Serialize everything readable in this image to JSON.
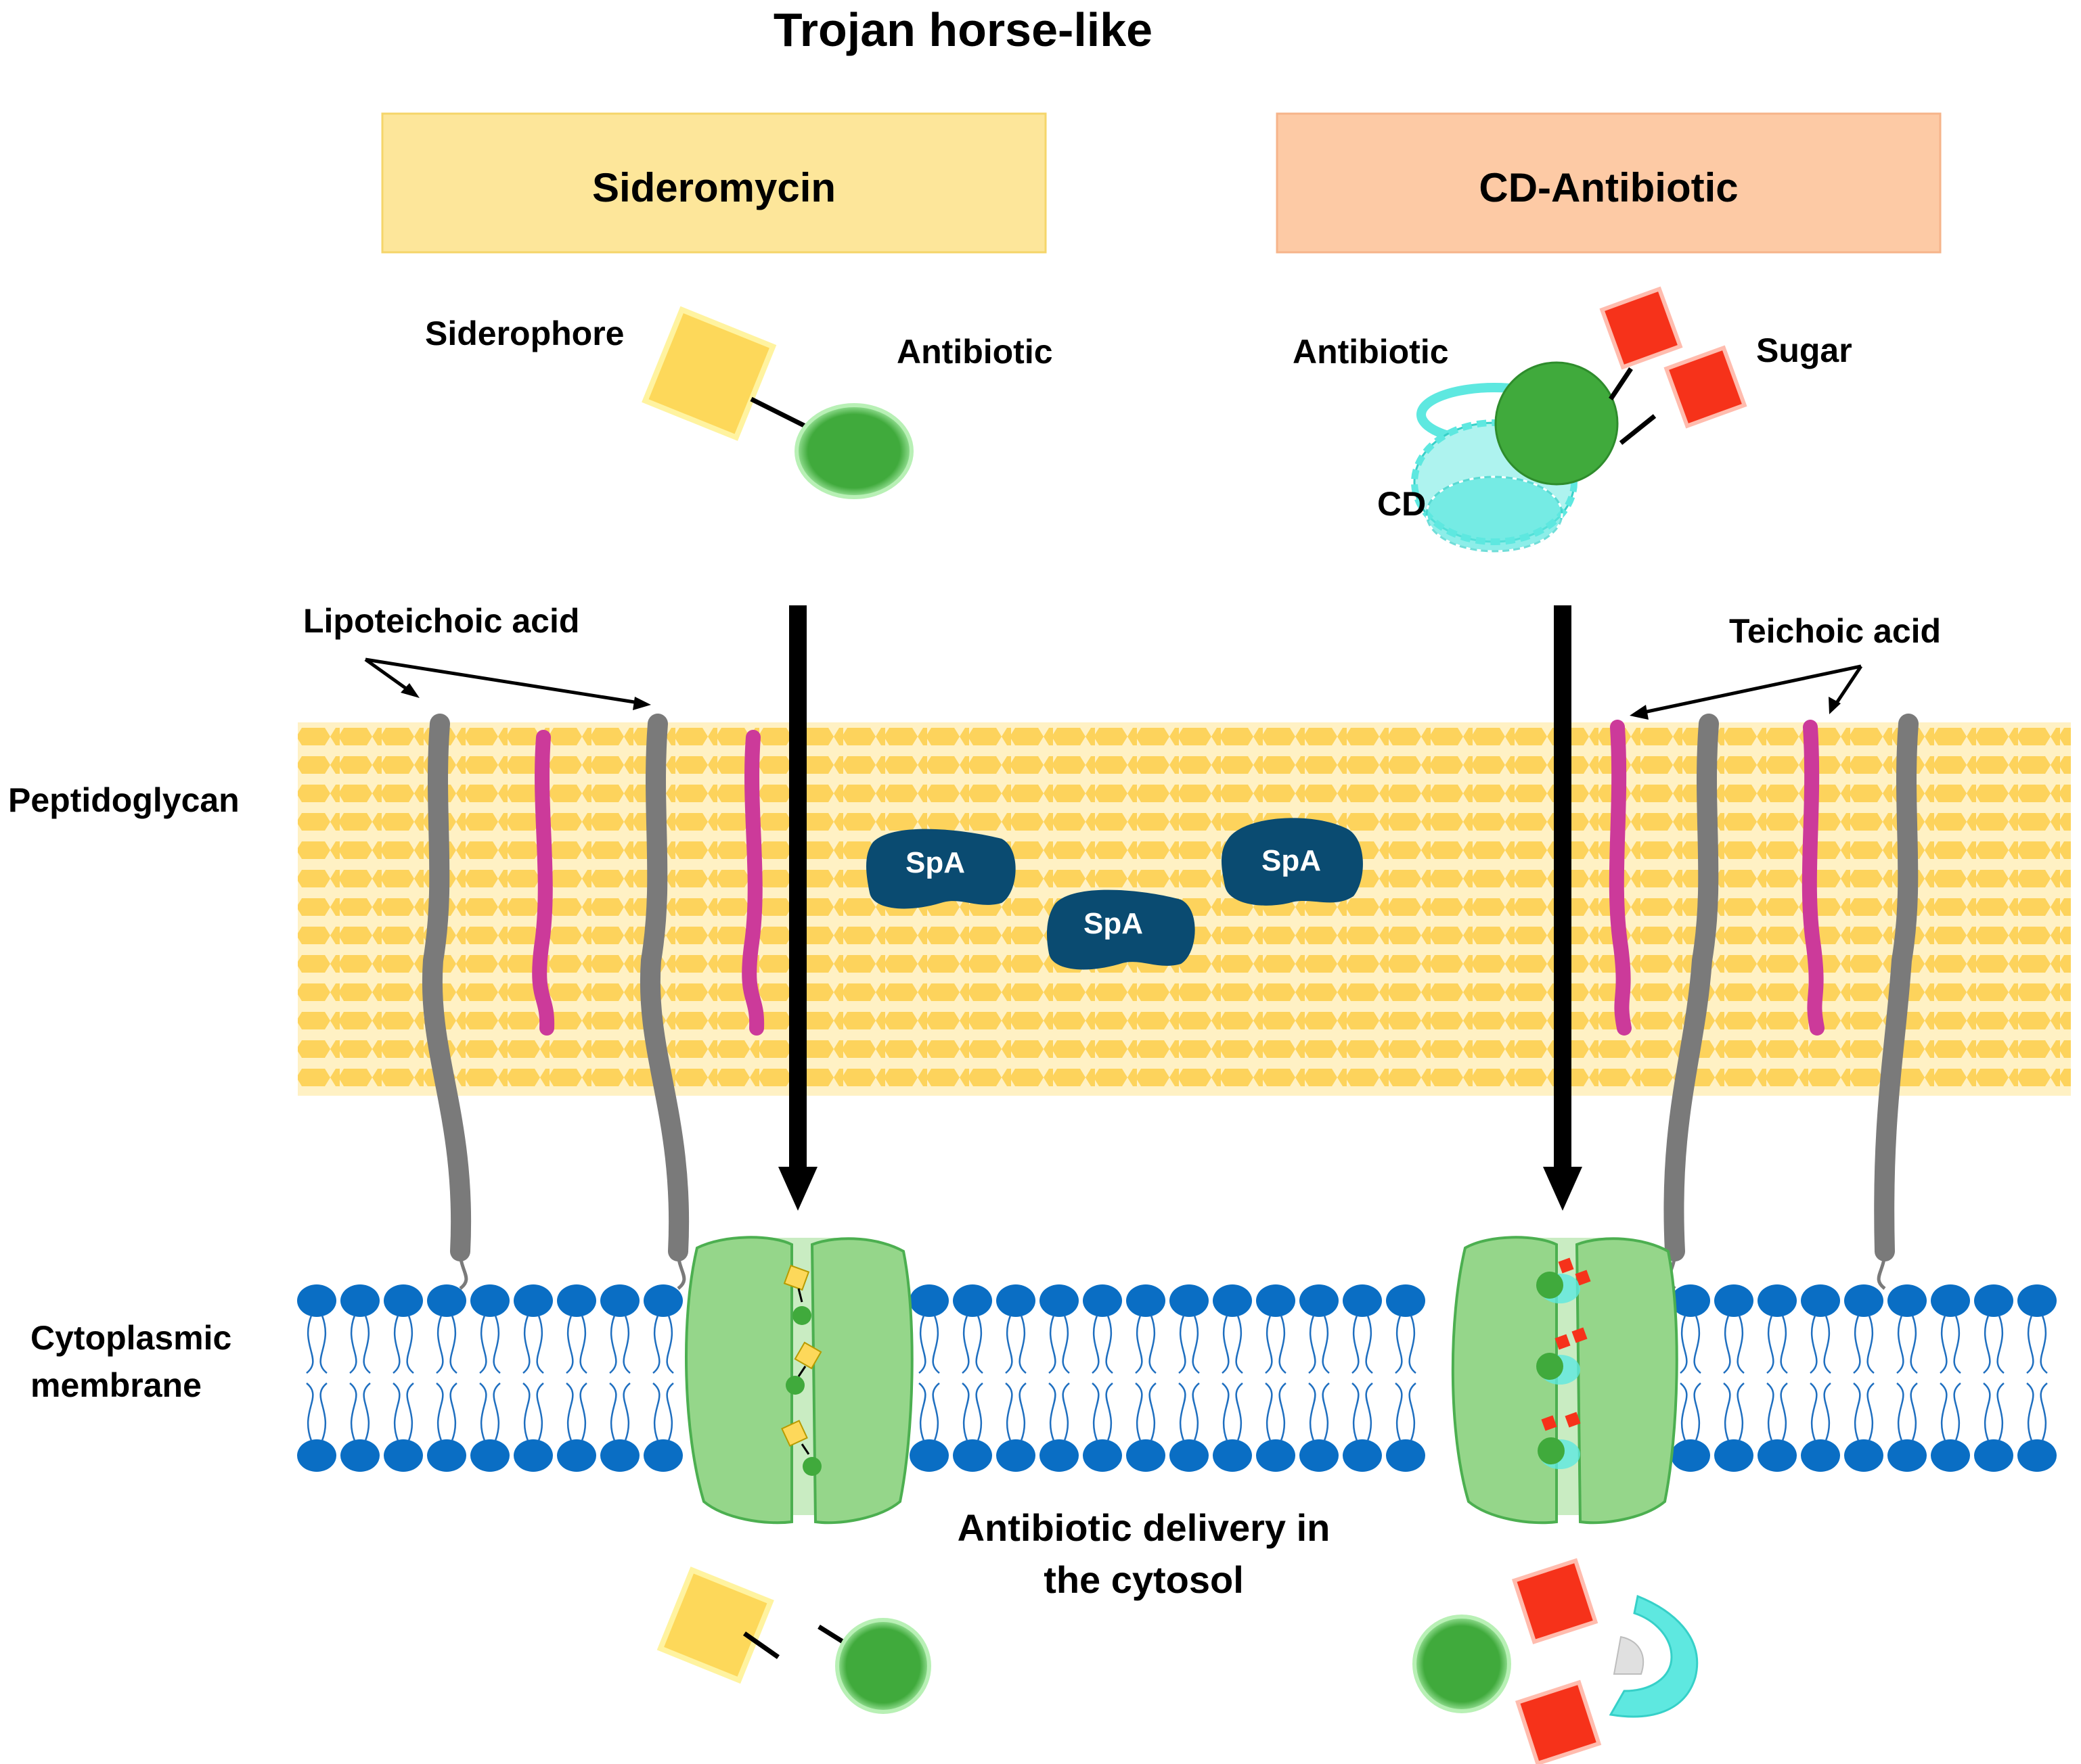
{
  "title": "Trojan horse-like",
  "panels": {
    "left": {
      "heading": "Sideromycin"
    },
    "right": {
      "heading": "CD-Antibiotic"
    }
  },
  "labels": {
    "siderophore": "Siderophore",
    "antibiotic_left": "Antibiotic",
    "antibiotic_right": "Antibiotic",
    "sugar": "Sugar",
    "cd": "CD",
    "lipoteichoic_acid": "Lipoteichoic acid",
    "teichoic_acid": "Teichoic acid",
    "peptidoglycan": "Peptidoglycan",
    "cytoplasmic_line1": "Cytoplasmic",
    "cytoplasmic_line2": "membrane",
    "delivery_line1": "Antibiotic delivery in",
    "delivery_line2": "the cytosol",
    "spa": "SpA"
  },
  "colors": {
    "sideromycin_box": "#fde69a",
    "cd_antibiotic_box": "#fdcaa5",
    "siderophore": "#fdd85a",
    "antibiotic": "#40aa3c",
    "sugar": "#f6321a",
    "cyclodextrin": "#5ee8e0",
    "peptidoglycan": "#fdd35c",
    "lipoteichoic": "#7a7a7a",
    "teichoic": "#cc3a9a",
    "spa": "#0a4b71",
    "lipid_head": "#0a6ec4",
    "transporter": "#95d68a"
  }
}
